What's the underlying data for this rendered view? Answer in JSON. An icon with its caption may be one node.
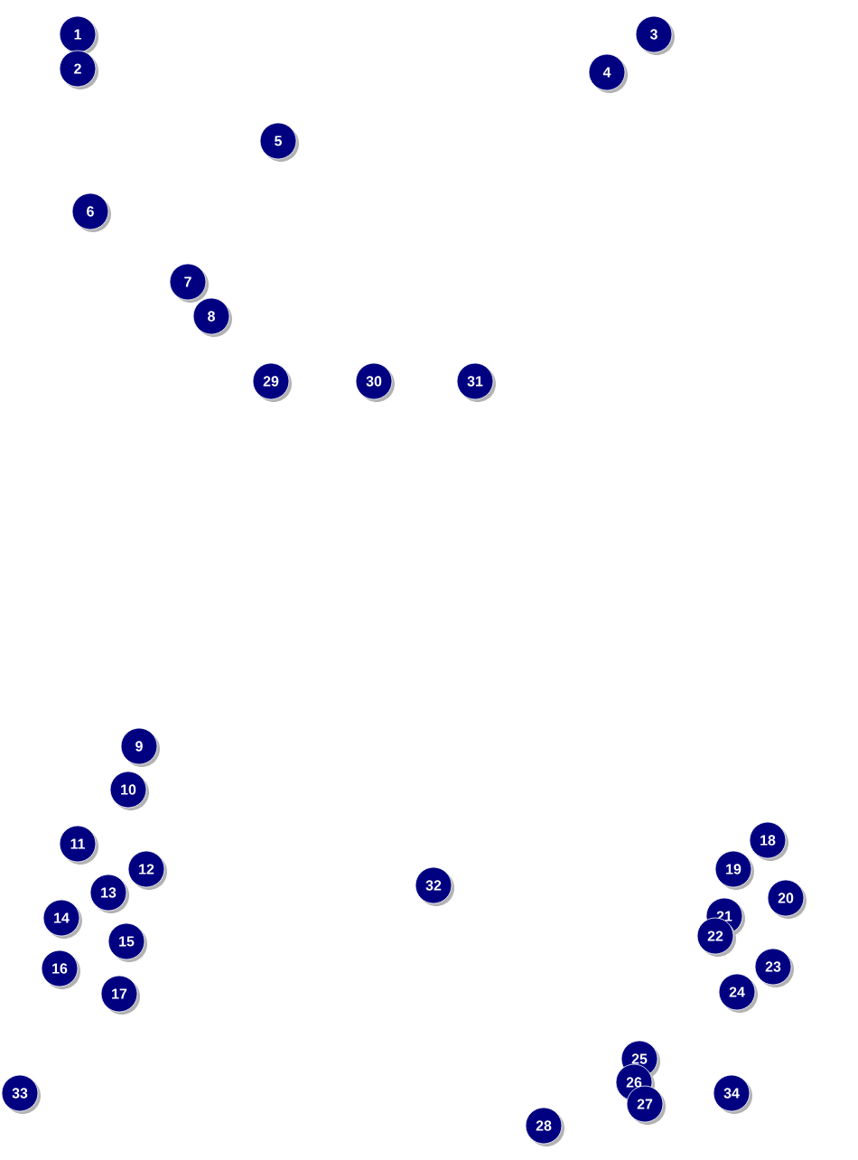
{
  "diagram": {
    "labels": [
      "1",
      "2",
      "3",
      "4",
      "5",
      "6",
      "7",
      "8",
      "9",
      "10",
      "11",
      "12",
      "13",
      "14",
      "15",
      "16",
      "17",
      "18",
      "19",
      "20",
      "21",
      "22",
      "23",
      "24",
      "25",
      "26",
      "27",
      "28",
      "29",
      "30",
      "31",
      "32",
      "33",
      "34"
    ]
  }
}
